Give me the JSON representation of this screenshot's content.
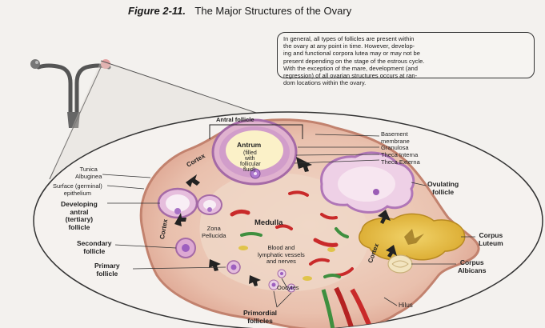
{
  "figure": {
    "number": "Figure 2-11.",
    "title": "The Major Structures of the Ovary",
    "caption_lines": [
      "In general, all types of follicles are present within",
      "the ovary at any point in time. However, develop-",
      "ing and functional corpora lutea may or may not be",
      "present depending on the stage of the estrous cycle.",
      "With the exception of the mare, development (and",
      "regression) of all ovarian structures occurs at ran-",
      "dom locations within the ovary."
    ]
  },
  "labels": {
    "antral_follicle": "Antral follicle",
    "antrum": [
      "Antrum",
      "(filled",
      "with",
      "follicular",
      "fluid)"
    ],
    "basement_membrane": [
      "Basement",
      "membrane"
    ],
    "granulosa": "Granulosa",
    "theca_interna": "Theca Interna",
    "theca_externa": "Theca Externa",
    "tunica_albuginea": [
      "Tunica",
      "Albuginea"
    ],
    "surface_epithelium": [
      "Surface (germinal)",
      "epithelium"
    ],
    "developing_antral": [
      "Developing",
      "antral",
      "(tertiary)",
      "follicle"
    ],
    "secondary_follicle": [
      "Secondary",
      "follicle"
    ],
    "primary_follicle": [
      "Primary",
      "follicle"
    ],
    "ovulating_follicle": [
      "Ovulating",
      "follicle"
    ],
    "corpus_luteum": [
      "Corpus",
      "Luteum"
    ],
    "corpus_albicans": [
      "Corpus",
      "Albicans"
    ],
    "medulla": "Medulla",
    "zona_pellucida": [
      "Zona",
      "Pellucida"
    ],
    "blood_vessels": [
      "Blood and",
      "lymphatic vessels",
      "and nerves"
    ],
    "oocytes": "Oocytes",
    "primordial_follicles": [
      "Primordial",
      "follicles"
    ],
    "hilus": "Hilus",
    "cortex": "Cortex"
  },
  "colors": {
    "ovary_tissue": "#e8b9a6",
    "medulla": "#efd6c5",
    "corpus_luteum": "#e7c24a",
    "follicle_ring": "#c08ac2",
    "blood": "#c92a2a",
    "nerve": "#3f8f3f"
  },
  "icons": {
    "reproductive_tract": "uterus-icon"
  }
}
